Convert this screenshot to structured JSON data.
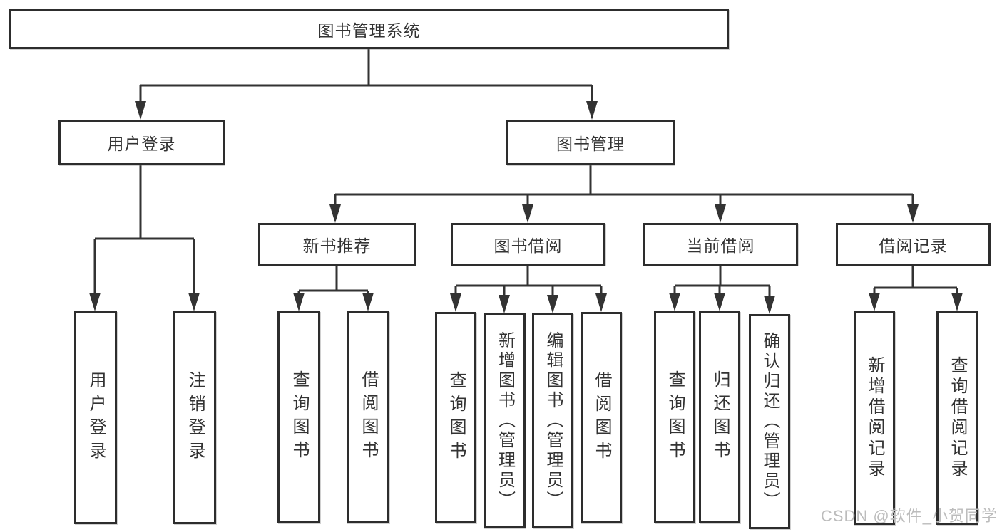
{
  "nodes": {
    "root": "图书管理系统",
    "userLoginGroup": "用户登录",
    "bookManagement": "图书管理",
    "newBookRecommend": "新书推荐",
    "bookBorrowing": "图书借阅",
    "currentBorrowing": "当前借阅",
    "borrowingRecords": "借阅记录",
    "leafUserLogin": "用户登录",
    "leafLogout": "注销登录",
    "nbQueryBooks": "查询图书",
    "nbBorrowBooks": "借阅图书",
    "bbQueryBooks": "查询图书",
    "bbAddBooksAdmin": "新增图书（管理员）",
    "bbEditBooksAdmin": "编辑图书（管理员）",
    "bbBorrowBooks": "借阅图书",
    "cbQueryBooks": "查询图书",
    "cbReturnBooks": "归还图书",
    "cbConfirmReturnAdmin": "确认归还（管理员）",
    "brAddRecord": "新增借阅记录",
    "brQueryRecord": "查询借阅记录"
  },
  "hierarchy": {
    "图书管理系统": [
      "用户登录",
      "图书管理"
    ],
    "用户登录": [
      "用户登录",
      "注销登录"
    ],
    "图书管理": [
      "新书推荐",
      "图书借阅",
      "当前借阅",
      "借阅记录"
    ],
    "新书推荐": [
      "查询图书",
      "借阅图书"
    ],
    "图书借阅": [
      "查询图书",
      "新增图书（管理员）",
      "编辑图书（管理员）",
      "借阅图书"
    ],
    "当前借阅": [
      "查询图书",
      "归还图书",
      "确认归还（管理员）"
    ],
    "借阅记录": [
      "新增借阅记录",
      "查询借阅记录"
    ]
  },
  "watermark": "CSDN @软件_小贺同学",
  "colors": {
    "line": "#333333",
    "box_border": "#2d2d2d",
    "text": "#333333",
    "watermark": "#bcbcbc",
    "background": "#ffffff"
  }
}
